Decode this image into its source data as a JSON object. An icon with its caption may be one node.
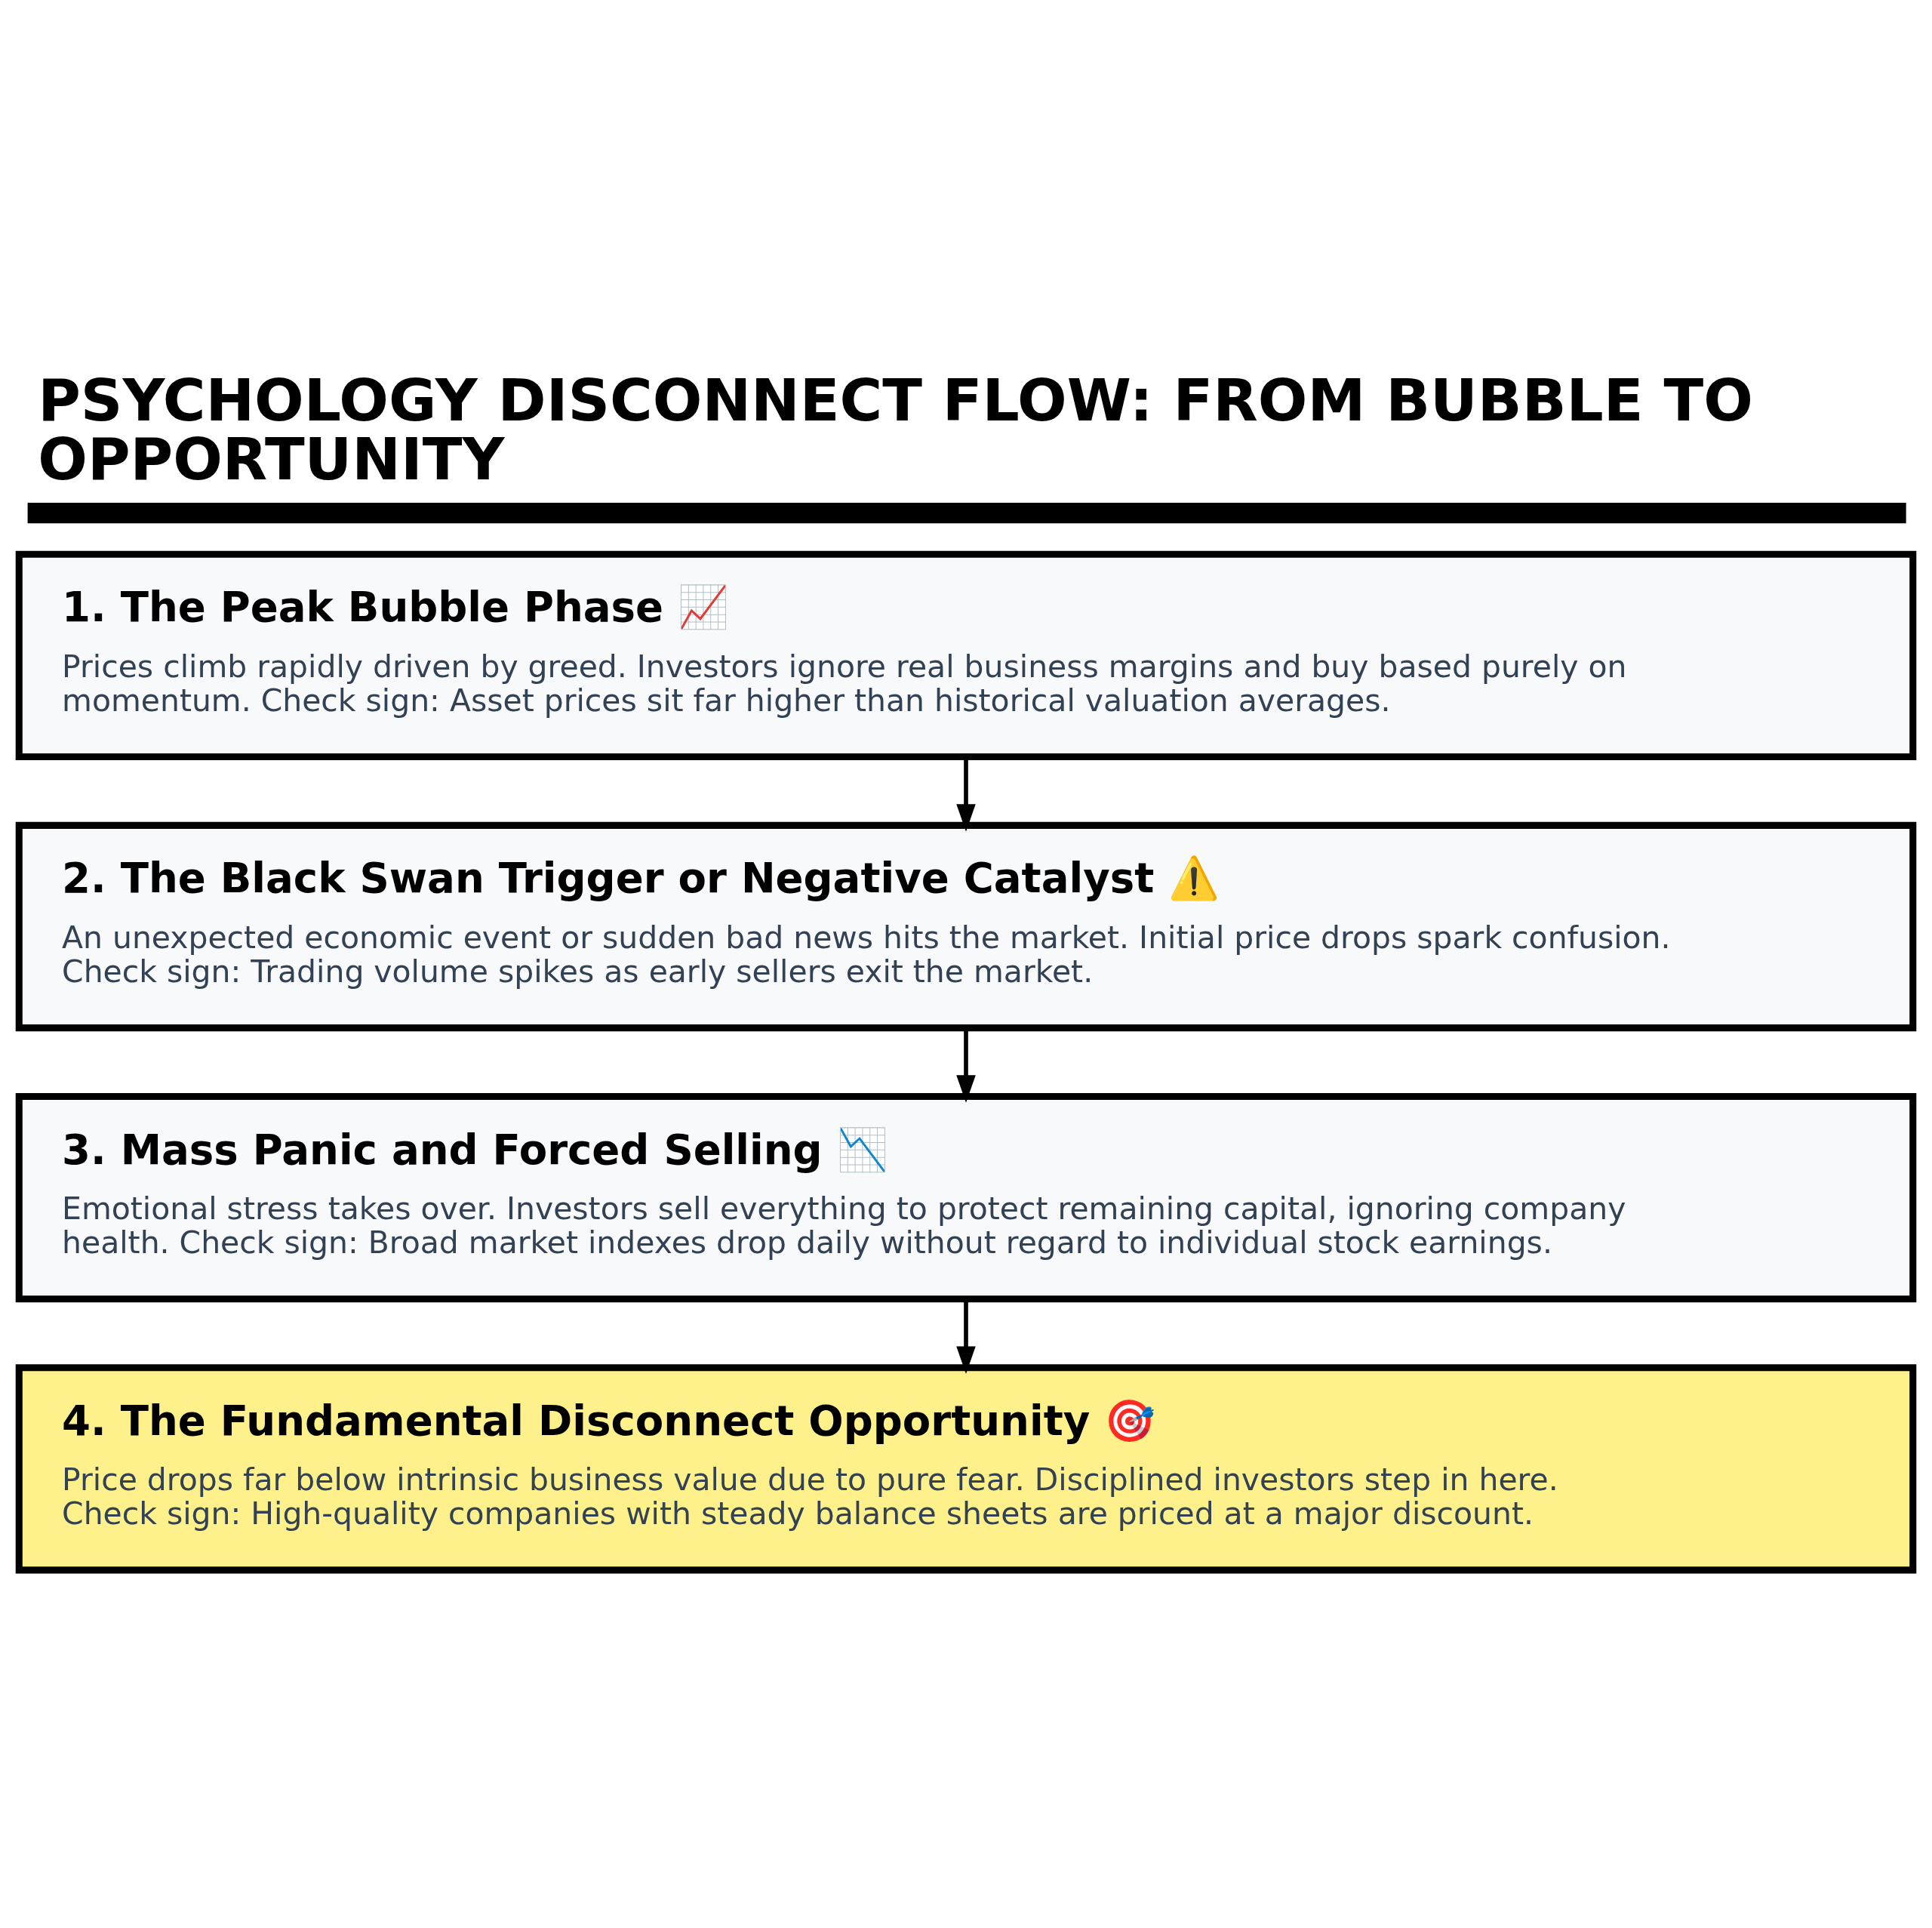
{
  "diagram": {
    "title": "PSYCHOLOGY DISCONNECT FLOW: FROM BUBBLE TO OPPORTUNITY",
    "nodes": [
      {
        "text": [
          "1. The Peak Bubble Phase 📈",
          "Prices climb rapidly driven by greed. Investors ignore real business margins and buy based purely on momentum. Check sign: Asset prices sit far higher than historical valuation averages."
        ]
      },
      {
        "text": [
          "2. The Black Swan Trigger or Negative Catalyst ⚠️",
          "An unexpected economic event or sudden bad news hits the market. Initial price drops spark confusion. Check sign: Trading volume spikes as early sellers exit the market."
        ]
      },
      {
        "text": [
          "3. Mass Panic and Forced Selling 📉",
          "Emotional stress takes over. Investors sell everything to protect remaining capital, ignoring company health. Check sign: Broad market indexes drop daily without regard to individual stock earnings."
        ]
      },
      {
        "text": [
          "4. The Fundamental Disconnect Opportunity 🎯",
          "Price drops far below intrinsic business value due to pure fear. Disciplined investors step in here. Check sign: High-quality companies with steady balance sheets are priced at a major discount."
        ]
      }
    ],
    "edges": [
      {
        "from": 0,
        "to": 1,
        "arrow": "to"
      },
      {
        "from": 1,
        "to": 2,
        "arrow": "to"
      },
      {
        "from": 2,
        "to": 3,
        "arrow": "to"
      }
    ]
  }
}
